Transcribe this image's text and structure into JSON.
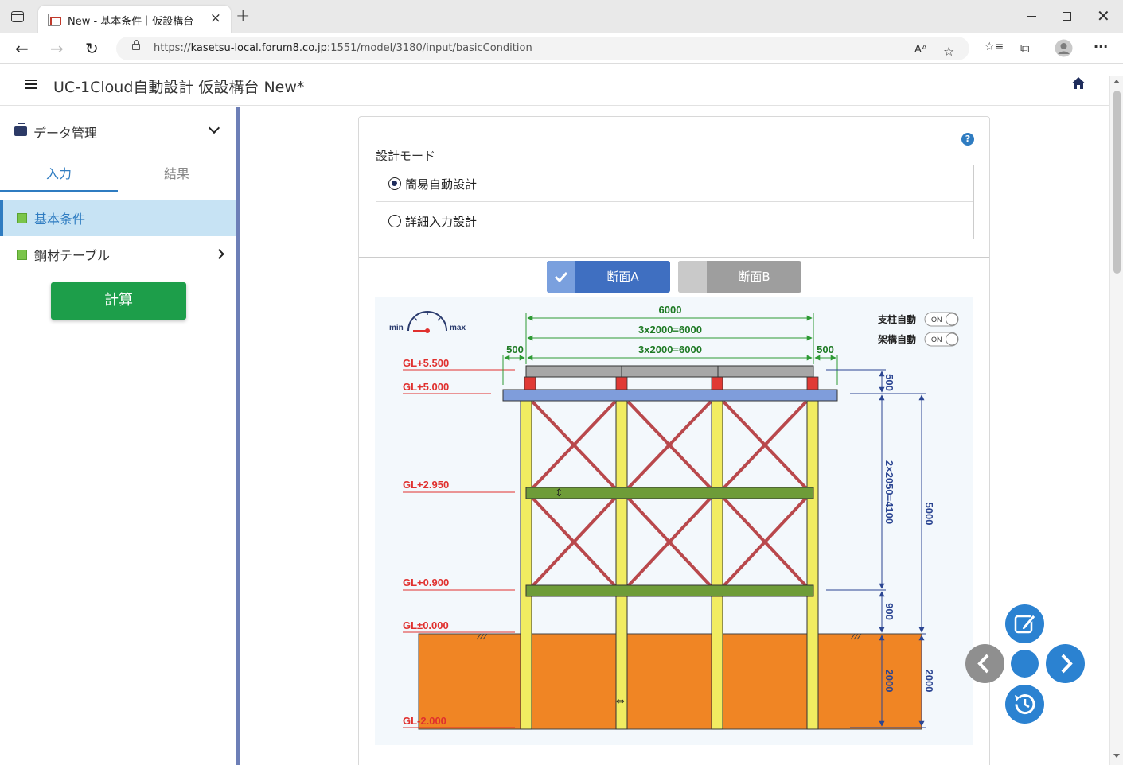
{
  "browser": {
    "tab_title": "New - 基本条件｜仮設構台",
    "url_prefix": "https://",
    "url_host": "kasetsu-local.forum8.co.jp",
    "url_rest": ":1551/model/3180/input/basicCondition",
    "tab_close": "×",
    "new_tab": "+",
    "window_close": "✕",
    "back": "←",
    "forward": "→",
    "reload": "↻",
    "read_aloud": "Aᐞ",
    "favorite": "☆",
    "favorites": "☆≡",
    "collections": "⧉",
    "more": "···"
  },
  "header": {
    "title": "UC-1Cloud自動設計 仮設構台  New*"
  },
  "sidebar": {
    "data_mgmt_label": "データ管理",
    "tabs": [
      {
        "label": "入力"
      },
      {
        "label": "結果"
      }
    ],
    "items": [
      {
        "label": "基本条件"
      },
      {
        "label": "鋼材テーブル"
      }
    ],
    "calc_label": "計算"
  },
  "main": {
    "help": "?",
    "mode_label": "設計モード",
    "mode_options": [
      {
        "label": "簡易自動設計",
        "selected": true
      },
      {
        "label": "詳細入力設計",
        "selected": false
      }
    ],
    "sections": [
      {
        "label": "断面A",
        "active": true
      },
      {
        "label": "断面B",
        "active": false
      }
    ]
  },
  "diagram": {
    "gauge_min": "min",
    "gauge_max": "max",
    "toggles": [
      {
        "label": "支柱自動",
        "state": "ON"
      },
      {
        "label": "架構自動",
        "state": "ON"
      }
    ],
    "dims_top": {
      "overall": "6000",
      "span_upper": "3x2000=6000",
      "span_lower": "3x2000=6000",
      "overhang_left": "500",
      "overhang_right": "500"
    },
    "levels": [
      "GL+5.500",
      "GL+5.000",
      "GL+2.950",
      "GL+0.900",
      "GL±0.000",
      "GL-2.000"
    ],
    "dims_right_inner": [
      "500",
      "2×2050=4100",
      "900",
      "2000"
    ],
    "dims_right_outer": [
      "5000",
      "2000"
    ],
    "colors": {
      "ground": "#f08524",
      "column": "#f1ec61",
      "brace": "#b9484c",
      "beam_green": "#6e9c38",
      "deck_blue": "#7f9ddb",
      "level_red": "#e0302e",
      "dim_green": "#2e9a34",
      "dim_blue": "#2b4592"
    }
  }
}
